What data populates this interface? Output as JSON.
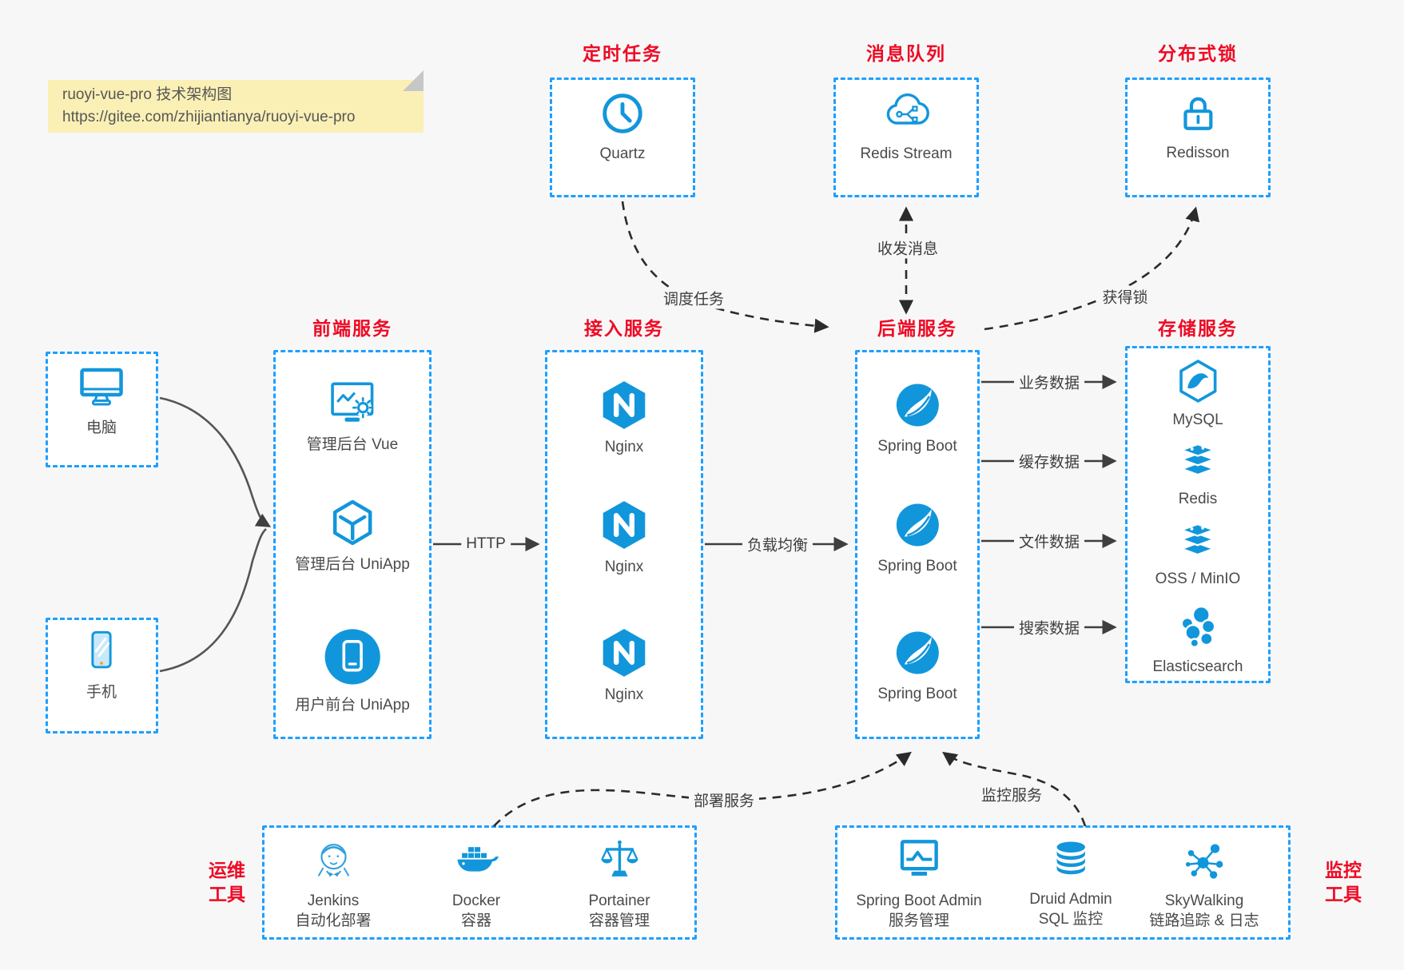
{
  "note": {
    "line1": "ruoyi-vue-pro 技术架构图",
    "line2": "https://gitee.com/zhijiantianya/ruoyi-vue-pro"
  },
  "colors": {
    "accent_blue": "#1296db",
    "border_blue": "#1e9fff",
    "title_red": "#ee0a24",
    "note_bg": "#faf0b5",
    "arrow_solid": "#3f3f3f",
    "arrow_dashed": "#2b2b2b"
  },
  "groups": {
    "scheduler": {
      "title": "定时任务",
      "items": [
        {
          "label": "Quartz",
          "icon": "clock-icon"
        }
      ]
    },
    "mq": {
      "title": "消息队列",
      "items": [
        {
          "label": "Redis Stream",
          "icon": "cloud-network-icon"
        }
      ]
    },
    "lock": {
      "title": "分布式锁",
      "items": [
        {
          "label": "Redisson",
          "icon": "lock-icon"
        }
      ]
    },
    "clients": {
      "items": [
        {
          "label": "电脑",
          "icon": "desktop-icon"
        },
        {
          "label": "手机",
          "icon": "mobile-icon"
        }
      ]
    },
    "frontend": {
      "title": "前端服务",
      "items": [
        {
          "label": "管理后台 Vue",
          "icon": "admin-screen-icon"
        },
        {
          "label": "管理后台 UniApp",
          "icon": "cube-icon"
        },
        {
          "label": "用户前台 UniApp",
          "icon": "phone-circle-icon"
        }
      ]
    },
    "gateway": {
      "title": "接入服务",
      "items": [
        {
          "label": "Nginx",
          "icon": "nginx-icon"
        },
        {
          "label": "Nginx",
          "icon": "nginx-icon"
        },
        {
          "label": "Nginx",
          "icon": "nginx-icon"
        }
      ]
    },
    "backend": {
      "title": "后端服务",
      "items": [
        {
          "label": "Spring Boot",
          "icon": "spring-icon"
        },
        {
          "label": "Spring Boot",
          "icon": "spring-icon"
        },
        {
          "label": "Spring Boot",
          "icon": "spring-icon"
        }
      ]
    },
    "storage": {
      "title": "存储服务",
      "items": [
        {
          "label": "MySQL",
          "icon": "mysql-icon"
        },
        {
          "label": "Redis",
          "icon": "redis-stack-icon"
        },
        {
          "label": "OSS / MinIO",
          "icon": "redis-stack-icon"
        },
        {
          "label": "Elasticsearch",
          "icon": "elasticsearch-icon"
        }
      ]
    },
    "devops": {
      "side_label_line1": "运维",
      "side_label_line2": "工具",
      "items": [
        {
          "label": "Jenkins",
          "sublabel": "自动化部署",
          "icon": "jenkins-icon"
        },
        {
          "label": "Docker",
          "sublabel": "容器",
          "icon": "docker-icon"
        },
        {
          "label": "Portainer",
          "sublabel": "容器管理",
          "icon": "portainer-icon"
        }
      ]
    },
    "monitoring": {
      "side_label_line1": "监控",
      "side_label_line2": "工具",
      "items": [
        {
          "label": "Spring Boot Admin",
          "sublabel": "服务管理",
          "icon": "admin-chart-icon"
        },
        {
          "label": "Druid Admin",
          "sublabel": "SQL 监控",
          "icon": "database-icon"
        },
        {
          "label": "SkyWalking",
          "sublabel": "链路追踪 & 日志",
          "icon": "network-hub-icon"
        }
      ]
    }
  },
  "edges": {
    "http": "HTTP",
    "load_balance": "负载均衡",
    "schedule": "调度任务",
    "message": "收发消息",
    "get_lock": "获得锁",
    "business_data": "业务数据",
    "cache_data": "缓存数据",
    "file_data": "文件数据",
    "search_data": "搜索数据",
    "deploy": "部署服务",
    "monitor": "监控服务"
  }
}
